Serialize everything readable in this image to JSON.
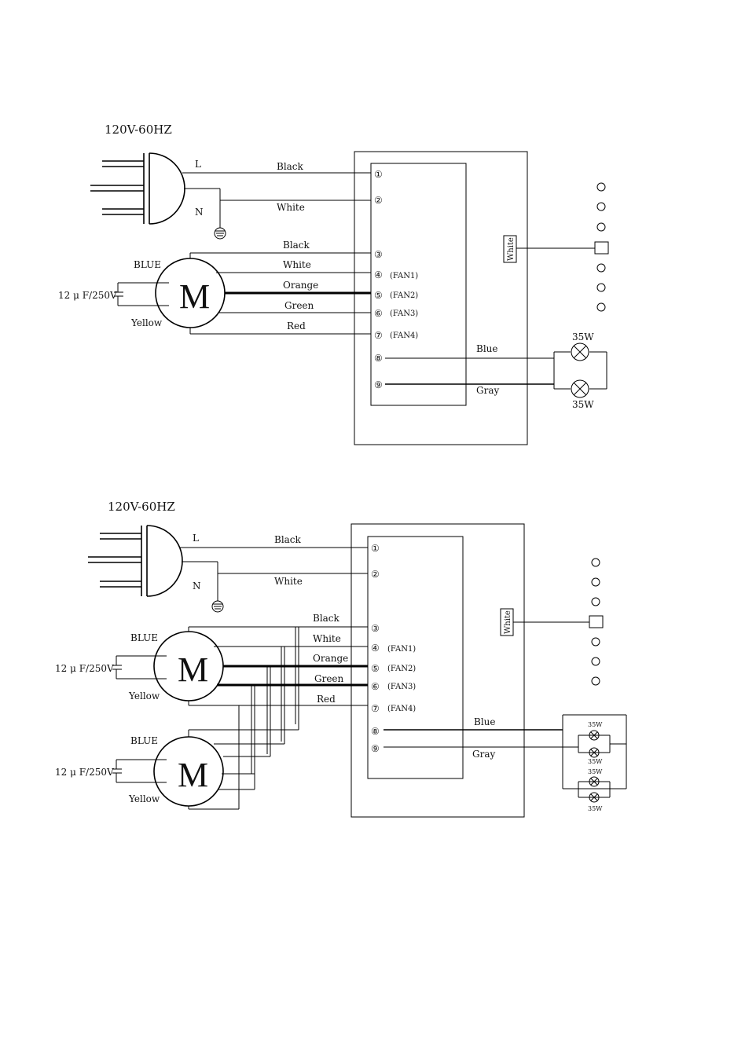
{
  "supply": "120V-60HZ",
  "plug": {
    "line": "L",
    "neutral": "N"
  },
  "capacitor": "12 μ F/250V",
  "motor": {
    "symbol": "M",
    "blue": "BLUE",
    "yellow": "Yellow"
  },
  "wires": {
    "black": "Black",
    "white": "White",
    "orange": "Orange",
    "green": "Green",
    "red": "Red",
    "blue": "Blue",
    "gray": "Gray"
  },
  "terminals": [
    "①",
    "②",
    "③",
    "④",
    "⑤",
    "⑥",
    "⑦",
    "⑧",
    "⑨"
  ],
  "fans": [
    "(FAN1)",
    "(FAN2)",
    "(FAN3)",
    "(FAN4)"
  ],
  "switch_wire": "White",
  "lamp": "35W"
}
